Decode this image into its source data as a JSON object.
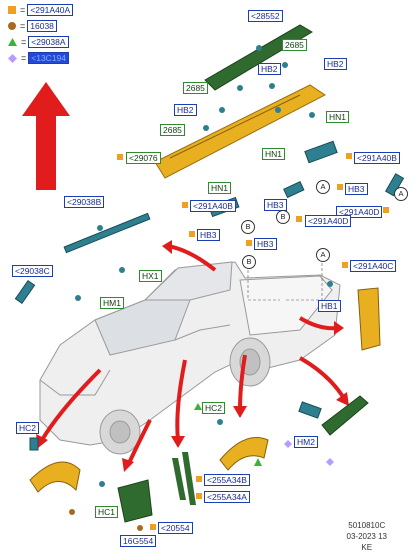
{
  "legend": {
    "items": [
      {
        "symbol": "orange-square",
        "label": "<291A40A"
      },
      {
        "symbol": "brown-circle",
        "label": "16038"
      },
      {
        "symbol": "green-triangle",
        "label": "<29038A"
      },
      {
        "symbol": "lilac-diamond",
        "label": "<13C194"
      }
    ],
    "equals": "="
  },
  "colors": {
    "orange": "#f0a020",
    "brown": "#a86a1c",
    "green": "#3bb33b",
    "lilac": "#b69cff",
    "red": "#e11c1c",
    "blue_border": "#1b3fb3",
    "green_border": "#2e8b2e",
    "dark_green_part": "#2f6b2f",
    "yellow_part": "#e8b020",
    "teal_part": "#2e7f8f"
  },
  "labels": {
    "l28552": "<28552",
    "l2685a": "2685",
    "l2685b": "2685",
    "l2685c": "2685",
    "hb2a": "HB2",
    "hb2b": "HB2",
    "hb2c": "HB2",
    "hn1a": "HN1",
    "hn1b": "HN1",
    "hn1c": "HN1",
    "l29076": "<29076",
    "l291a40b_r": "<291A40B",
    "l291a40b_l": "<291A40B",
    "hb3a": "HB3",
    "hb3b": "HB3",
    "hb3c": "HB3",
    "hb3d": "HB3",
    "l291a40d_a": "<291A40D",
    "l291a40d_b": "<291A40D",
    "l29038b": "<29038B",
    "l29038c": "<29038C",
    "hx1": "HX1",
    "hm1": "HM1",
    "l291a40c": "<291A40C",
    "hb1": "HB1",
    "hc2a": "HC2",
    "hc2b": "HC2",
    "hm2": "HM2",
    "l255a34b": "<255A34B",
    "l255a34a": "<255A34A",
    "hc1": "HC1",
    "l20554": "<20554",
    "l16g554": "16G554"
  },
  "callouts": {
    "a1": "A",
    "a2": "A",
    "a3": "A",
    "b1": "B",
    "b2": "B",
    "b3": "B"
  },
  "footer": {
    "line1": "5010810C",
    "line2": "03-2023 13",
    "line3": "KE"
  }
}
